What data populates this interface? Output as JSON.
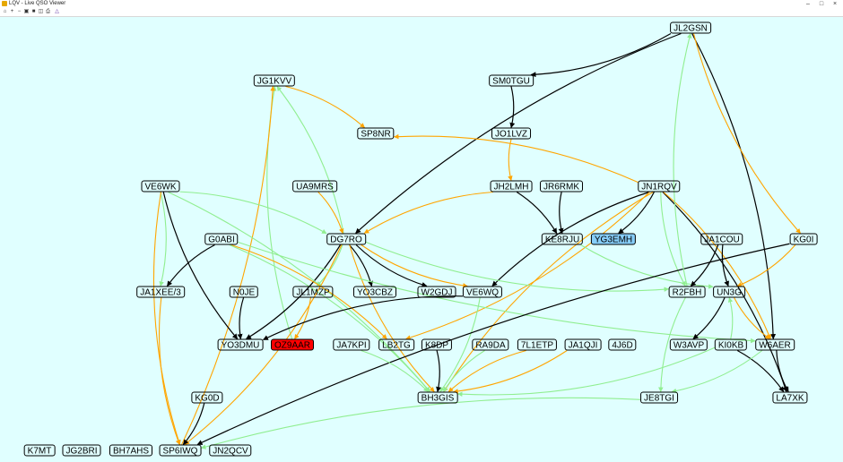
{
  "window": {
    "title": "LQV - Live QSO Viewer",
    "controls": [
      "minimize",
      "maximize",
      "close"
    ]
  },
  "toolbar": {
    "icons": [
      "home-icon",
      "zoom-in-icon",
      "zoom-out-icon",
      "fit-icon",
      "stop-icon",
      "save-icon",
      "print-icon",
      "settings-icon"
    ]
  },
  "colors": {
    "background": "#e0ffff",
    "edge_black": "#000000",
    "edge_orange": "#ffa500",
    "edge_green": "#90ee90",
    "highlight_blue": "#87cefa",
    "highlight_red": "#ff0000"
  },
  "nodes": [
    {
      "id": "JL2GSN",
      "label": "JL2GSN"
    },
    {
      "id": "JG1KVV",
      "label": "JG1KVV"
    },
    {
      "id": "SM0TGU",
      "label": "SM0TGU"
    },
    {
      "id": "SP8NR",
      "label": "SP8NR"
    },
    {
      "id": "JO1LVZ",
      "label": "JO1LVZ"
    },
    {
      "id": "VE6WK",
      "label": "VE6WK"
    },
    {
      "id": "UA9MRS",
      "label": "UA9MRS"
    },
    {
      "id": "JH2LMH",
      "label": "JH2LMH"
    },
    {
      "id": "JR6RMK",
      "label": "JR6RMK"
    },
    {
      "id": "JN1RQV",
      "label": "JN1RQV"
    },
    {
      "id": "G0ABI",
      "label": "G0ABI"
    },
    {
      "id": "DG7RO",
      "label": "DG7RO"
    },
    {
      "id": "KE8RJU",
      "label": "KE8RJU"
    },
    {
      "id": "YG3EMH",
      "label": "YG3EMH",
      "highlight": "blue"
    },
    {
      "id": "JA1COU",
      "label": "JA1COU"
    },
    {
      "id": "KG0I",
      "label": "KG0I"
    },
    {
      "id": "JA1XEE/3",
      "label": "JA1XEE/3"
    },
    {
      "id": "N0JE",
      "label": "N0JE"
    },
    {
      "id": "JL1MZP",
      "label": "JL1MZP"
    },
    {
      "id": "YO3CBZ",
      "label": "YO3CBZ"
    },
    {
      "id": "W2GDJ",
      "label": "W2GDJ"
    },
    {
      "id": "VE6WQ",
      "label": "VE6WQ"
    },
    {
      "id": "R2FBH",
      "label": "R2FBH"
    },
    {
      "id": "UN3G",
      "label": "UN3G"
    },
    {
      "id": "YO3DMU",
      "label": "YO3DMU"
    },
    {
      "id": "OZ9AAR",
      "label": "OZ9AAR",
      "highlight": "red"
    },
    {
      "id": "JA7KPI",
      "label": "JA7KPI"
    },
    {
      "id": "LB2TG",
      "label": "LB2TG"
    },
    {
      "id": "K8DP",
      "label": "K8DP"
    },
    {
      "id": "RA9DA",
      "label": "RA9DA"
    },
    {
      "id": "7L1ETP",
      "label": "7L1ETP"
    },
    {
      "id": "JA1QJI",
      "label": "JA1QJI"
    },
    {
      "id": "4J6D",
      "label": "4J6D"
    },
    {
      "id": "W3AVP",
      "label": "W3AVP"
    },
    {
      "id": "KI0KB",
      "label": "KI0KB"
    },
    {
      "id": "W6AER",
      "label": "W6AER"
    },
    {
      "id": "KG0D",
      "label": "KG0D"
    },
    {
      "id": "BH3GIS",
      "label": "BH3GIS"
    },
    {
      "id": "JE8TGI",
      "label": "JE8TGI"
    },
    {
      "id": "LA7XK",
      "label": "LA7XK"
    },
    {
      "id": "K7MT",
      "label": "K7MT"
    },
    {
      "id": "JG2BRI",
      "label": "JG2BRI"
    },
    {
      "id": "BH7AHS",
      "label": "BH7AHS"
    },
    {
      "id": "SP6IWQ",
      "label": "SP6IWQ"
    },
    {
      "id": "JN2QCV",
      "label": "JN2QCV"
    }
  ],
  "edges": [
    {
      "from": "JL2GSN",
      "to": "SM0TGU",
      "color": "black"
    },
    {
      "from": "JL2GSN",
      "to": "DG7RO",
      "color": "black"
    },
    {
      "from": "JL2GSN",
      "to": "W6AER",
      "color": "black"
    },
    {
      "from": "JL2GSN",
      "to": "KG0I",
      "color": "orange"
    },
    {
      "from": "SM0TGU",
      "to": "JO1LVZ",
      "color": "black"
    },
    {
      "from": "JO1LVZ",
      "to": "JH2LMH",
      "color": "orange"
    },
    {
      "from": "JH2LMH",
      "to": "KE8RJU",
      "color": "black"
    },
    {
      "from": "JR6RMK",
      "to": "KE8RJU",
      "color": "black"
    },
    {
      "from": "JN1RQV",
      "to": "YG3EMH",
      "color": "black"
    },
    {
      "from": "JN1RQV",
      "to": "VE6WQ",
      "color": "black"
    },
    {
      "from": "JN1RQV",
      "to": "LA7XK",
      "color": "black"
    },
    {
      "from": "JN1RQV",
      "to": "SP8NR",
      "color": "orange"
    },
    {
      "from": "JN1RQV",
      "to": "W6AER",
      "color": "orange"
    },
    {
      "from": "JN1RQV",
      "to": "R2FBH",
      "color": "green"
    },
    {
      "from": "JN1RQV",
      "to": "LB2TG",
      "color": "orange"
    },
    {
      "from": "JN1RQV",
      "to": "BH3GIS",
      "color": "orange"
    },
    {
      "from": "JG1KVV",
      "to": "SP8NR",
      "color": "orange"
    },
    {
      "from": "DG7RO",
      "to": "JG1KVV",
      "color": "green"
    },
    {
      "from": "OZ9AAR",
      "to": "JG1KVV",
      "color": "green"
    },
    {
      "from": "SP6IWQ",
      "to": "JG1KVV",
      "color": "orange"
    },
    {
      "from": "UA9MRS",
      "to": "DG7RO",
      "color": "orange"
    },
    {
      "from": "JH2LMH",
      "to": "DG7RO",
      "color": "orange"
    },
    {
      "from": "DG7RO",
      "to": "YO3CBZ",
      "color": "black"
    },
    {
      "from": "DG7RO",
      "to": "W2GDJ",
      "color": "black"
    },
    {
      "from": "DG7RO",
      "to": "YO3DMU",
      "color": "black"
    },
    {
      "from": "DG7RO",
      "to": "VE6WQ",
      "color": "orange"
    },
    {
      "from": "DG7RO",
      "to": "JL1MZP",
      "color": "green"
    },
    {
      "from": "DG7RO",
      "to": "R2FBH",
      "color": "green"
    },
    {
      "from": "DG7RO",
      "to": "SP6IWQ",
      "color": "orange"
    },
    {
      "from": "DG7RO",
      "to": "BH3GIS",
      "color": "orange"
    },
    {
      "from": "VE6WK",
      "to": "DG7RO",
      "color": "green"
    },
    {
      "from": "VE6WK",
      "to": "YO3DMU",
      "color": "black"
    },
    {
      "from": "VE6WK",
      "to": "JA1XEE/3",
      "color": "green"
    },
    {
      "from": "VE6WK",
      "to": "SP6IWQ",
      "color": "orange"
    },
    {
      "from": "VE6WK",
      "to": "BH3GIS",
      "color": "green"
    },
    {
      "from": "G0ABI",
      "to": "JA1XEE/3",
      "color": "black"
    },
    {
      "from": "G0ABI",
      "to": "LB2TG",
      "color": "orange"
    },
    {
      "from": "G0ABI",
      "to": "W6AER",
      "color": "green"
    },
    {
      "from": "G0ABI",
      "to": "BH3GIS",
      "color": "green"
    },
    {
      "from": "N0JE",
      "to": "YO3DMU",
      "color": "black"
    },
    {
      "from": "JL1MZP",
      "to": "OZ9AAR",
      "color": "orange"
    },
    {
      "from": "VE6WQ",
      "to": "YO3DMU",
      "color": "black"
    },
    {
      "from": "VE6WQ",
      "to": "BH3GIS",
      "color": "green"
    },
    {
      "from": "KE8RJU",
      "to": "UN3G",
      "color": "green"
    },
    {
      "from": "JA1COU",
      "to": "R2FBH",
      "color": "black"
    },
    {
      "from": "JA1COU",
      "to": "UN3G",
      "color": "black"
    },
    {
      "from": "UN3G",
      "to": "W3AVP",
      "color": "black"
    },
    {
      "from": "UN3G",
      "to": "W6AER",
      "color": "orange"
    },
    {
      "from": "KG0I",
      "to": "UN3G",
      "color": "orange"
    },
    {
      "from": "KG0I",
      "to": "SP6IWQ",
      "color": "black"
    },
    {
      "from": "KI0KB",
      "to": "LA7XK",
      "color": "black"
    },
    {
      "from": "KI0KB",
      "to": "UN3G",
      "color": "green"
    },
    {
      "from": "KI0KB",
      "to": "BH3GIS",
      "color": "green"
    },
    {
      "from": "W6AER",
      "to": "LA7XK",
      "color": "black"
    },
    {
      "from": "R2FBH",
      "to": "JL2GSN",
      "color": "green"
    },
    {
      "from": "R2FBH",
      "to": "JE8TGI",
      "color": "green"
    },
    {
      "from": "K8DP",
      "to": "BH3GIS",
      "color": "black"
    },
    {
      "from": "7L1ETP",
      "to": "BH3GIS",
      "color": "orange"
    },
    {
      "from": "JA1QJI",
      "to": "BH3GIS",
      "color": "orange"
    },
    {
      "from": "RA9DA",
      "to": "BH3GIS",
      "color": "green"
    },
    {
      "from": "JA7KPI",
      "to": "BH3GIS",
      "color": "green"
    },
    {
      "from": "JE8TGI",
      "to": "SP6IWQ",
      "color": "green"
    },
    {
      "from": "KG0D",
      "to": "SP6IWQ",
      "color": "black"
    },
    {
      "from": "JA1XEE/3",
      "to": "SP6IWQ",
      "color": "orange"
    },
    {
      "from": "W6AER",
      "to": "JE8TGI",
      "color": "green"
    }
  ]
}
